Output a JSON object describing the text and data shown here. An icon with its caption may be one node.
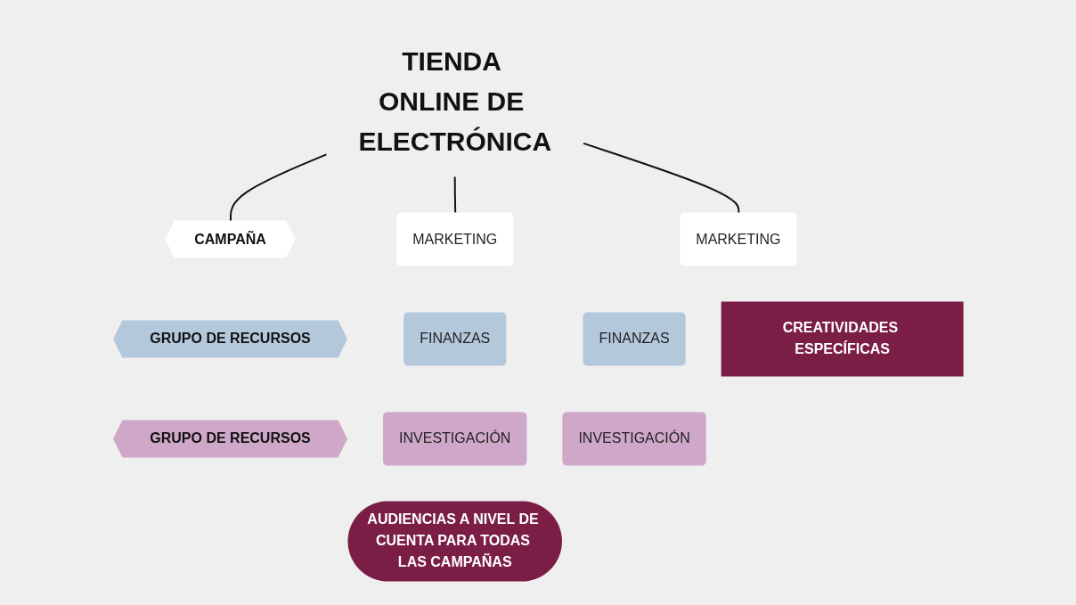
{
  "diagram": {
    "nodes": [
      {
        "text": [
          "TIENDA ONLINE DE ELECTRÓNICA"
        ]
      },
      {
        "text": [
          "CAMPAÑA"
        ]
      },
      {
        "text": [
          "MARKETING"
        ]
      },
      {
        "text": [
          "MARKETING"
        ]
      },
      {
        "text": [
          "GRUPO DE RECURSOS"
        ]
      },
      {
        "text": [
          "FINANZAS"
        ]
      },
      {
        "text": [
          "FINANZAS"
        ]
      },
      {
        "text": [
          "CREATIVIDADES ESPECÍFICAS"
        ]
      },
      {
        "text": [
          "GRUPO DE RECURSOS"
        ]
      },
      {
        "text": [
          "INVESTIGACIÓN"
        ]
      },
      {
        "text": [
          "INVESTIGACIÓN"
        ]
      },
      {
        "text": [
          "AUDIENCIAS A NIVEL DE CUENTA PARA TODAS LAS CAMPAÑAS"
        ]
      }
    ],
    "edges": [
      {
        "from": 0,
        "to": 1,
        "arrow": "none"
      },
      {
        "from": 0,
        "to": 2,
        "arrow": "none"
      },
      {
        "from": 0,
        "to": 3,
        "arrow": "none"
      }
    ]
  }
}
